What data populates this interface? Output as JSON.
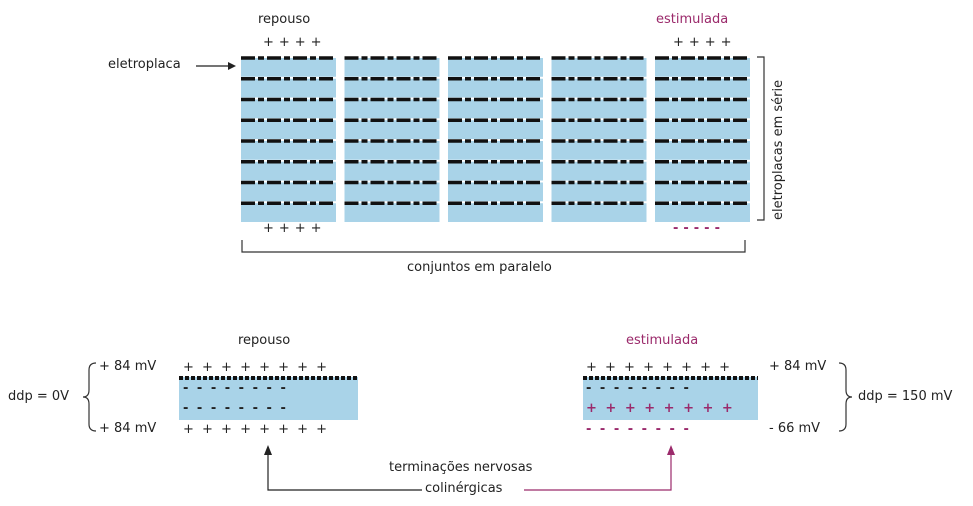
{
  "top": {
    "label_rest": "repouso",
    "label_stimulated": "estimulada",
    "signs_rest_top": "++++",
    "signs_stim_top": "++++",
    "signs_rest_bottom": "++++",
    "signs_stim_bottom": "-----",
    "label_eletroplaca": "eletroplaca",
    "label_series": "eletroplacas em série",
    "label_parallel": "conjuntos em paralelo",
    "column_count": 5,
    "plates_per_column": 8
  },
  "bottom": {
    "left": {
      "title": "repouso",
      "ddp_label": "ddp = 0V",
      "top_value": "+ 84 mV",
      "bottom_value": "+ 84 mV",
      "top_signs": "+ + + + + + + +",
      "inner_signs": "- - - - - - - -",
      "inner_signs_lower": "- - - - - - - -",
      "bottom_signs": "+ + + + + + + +"
    },
    "right": {
      "title": "estimulada",
      "ddp_label": "ddp = 150 mV",
      "top_value": "+ 84 mV",
      "bottom_value": "- 66 mV",
      "top_signs": "+ + + + + + + +",
      "inner_signs": "- - - - - - - -",
      "inner_signs_lower": "+ + + + + + + +",
      "bottom_signs": "- - - - - - - -"
    },
    "nerve_label_line1": "terminações nervosas",
    "nerve_label_line2": "colinérgicas"
  },
  "colors": {
    "plate": "#a9d3e8",
    "membrane": "#111111",
    "stimulated": "#9b2a6b",
    "bracket": "#333333"
  }
}
